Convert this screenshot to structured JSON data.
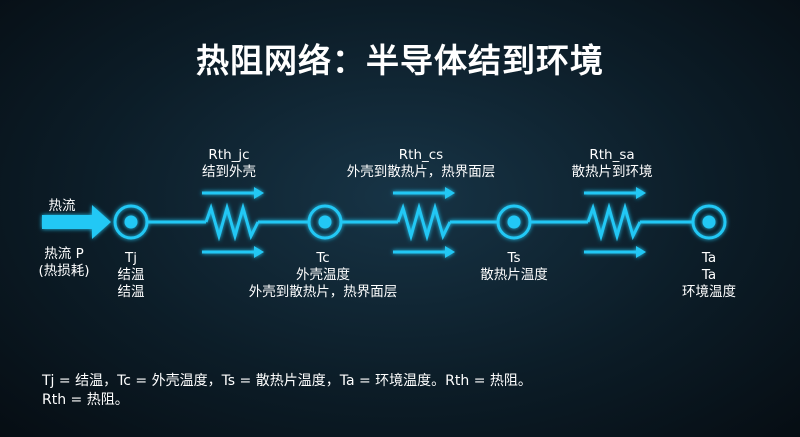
{
  "title": "热阻网络：半导体结到环境",
  "colors": {
    "accent": "#22c8f5",
    "text": "#ffffff",
    "background": "#0c1d28"
  },
  "heat_flow": {
    "arrow_label": "热流",
    "source_label": "热流 P",
    "source_sub": "(热损耗)"
  },
  "nodes": [
    {
      "id": "tj",
      "symbol": "Tj",
      "lines": [
        "结温",
        "结温"
      ]
    },
    {
      "id": "tc",
      "symbol": "Tc",
      "lines": [
        "外壳温度",
        "外壳到散热片，热界面层"
      ]
    },
    {
      "id": "ts",
      "symbol": "Ts",
      "lines": [
        "散热片温度"
      ]
    },
    {
      "id": "ta",
      "symbol": "Ta",
      "lines": [
        "Ta",
        "环境温度"
      ]
    }
  ],
  "resistors": [
    {
      "name": "Rth_jc",
      "desc": "结到外壳"
    },
    {
      "name": "Rth_cs",
      "desc": "外壳到散热片，热界面层"
    },
    {
      "name": "Rth_sa",
      "desc": "散热片到环境"
    }
  ],
  "footnote": {
    "line1": "Tj = 结温，Tc = 外壳温度，Ts = 散热片温度，Ta = 环境温度。Rth = 热阻。",
    "line2": "Rth = 热阻。"
  }
}
